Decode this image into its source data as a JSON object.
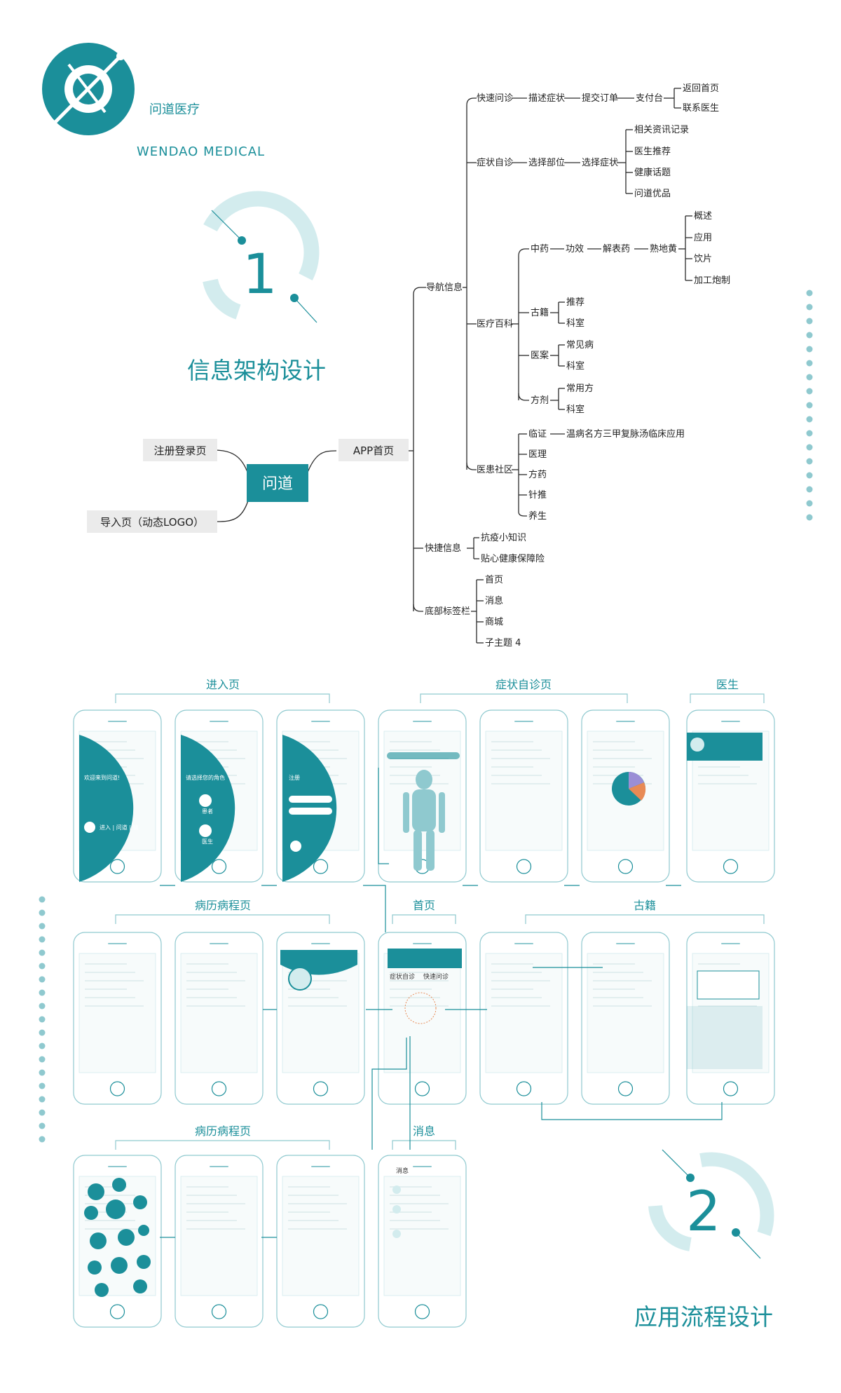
{
  "brand": {
    "name_cn": "问道医疗",
    "name_en": "WENDAO MEDICAL"
  },
  "section1": {
    "number": "1",
    "title": "信息架构设计"
  },
  "section2": {
    "number": "2",
    "title": "应用流程设计"
  },
  "mindmap": {
    "root": "问道",
    "left_nodes": [
      "注册登录页",
      "导入页（动态LOGO）"
    ],
    "app_home": "APP首页",
    "nav": {
      "label": "导航信息",
      "quick": {
        "label": "快速问诊",
        "steps": [
          "描述症状",
          "提交订单",
          "支付台"
        ],
        "after_pay": [
          "返回首页",
          "联系医生"
        ]
      },
      "symptom": {
        "label": "症状自诊",
        "steps": [
          "选择部位",
          "选择症状"
        ],
        "results": [
          "相关资讯记录",
          "医生推荐",
          "健康话题",
          "问道优品"
        ]
      },
      "encyclopedia": {
        "label": "医疗百科",
        "herb": {
          "label": "中药",
          "chain": [
            "功效",
            "解表药",
            "熟地黄"
          ],
          "leaves": [
            "概述",
            "应用",
            "饮片",
            "加工炮制"
          ]
        },
        "books": {
          "label": "古籍",
          "leaves": [
            "推荐",
            "科室"
          ]
        },
        "cases": {
          "label": "医案",
          "leaves": [
            "常见病",
            "科室"
          ]
        },
        "recipes": {
          "label": "方剂",
          "leaves": [
            "常用方",
            "科室"
          ]
        }
      },
      "community": {
        "label": "医患社区",
        "first": {
          "label": "临证",
          "child": "温病名方三甲复脉汤临床应用"
        },
        "others": [
          "医理",
          "方药",
          "针推",
          "养生"
        ]
      }
    },
    "shortcut": {
      "label": "快捷信息",
      "leaves": [
        "抗疫小知识",
        "贴心健康保障险"
      ]
    },
    "tabbar": {
      "label": "底部标签栏",
      "leaves": [
        "首页",
        "消息",
        "商城",
        "子主题 4"
      ]
    }
  },
  "flow": {
    "groups": {
      "entry": "进入页",
      "symptom": "症状自诊页",
      "doctor": "医生",
      "records_top": "病历病程页",
      "home": "首页",
      "ancient": "古籍",
      "records_bottom": "病历病程页",
      "message": "消息"
    },
    "screens": {
      "welcome": [
        "欢迎来到问道!",
        "进入 | 问道 | 链"
      ],
      "role": [
        "请选择您的角色",
        "患者",
        "医生"
      ],
      "register": [
        "注册"
      ],
      "home_buttons": [
        "症状自诊",
        "快速问诊"
      ],
      "message_title": "消息"
    }
  },
  "colors": {
    "teal": "#1b8f9a",
    "teal_light": "#8fc9cf",
    "teal_pale": "#d3ecee",
    "node_bg": "#ebebeb",
    "line": "#2a2a2a"
  }
}
